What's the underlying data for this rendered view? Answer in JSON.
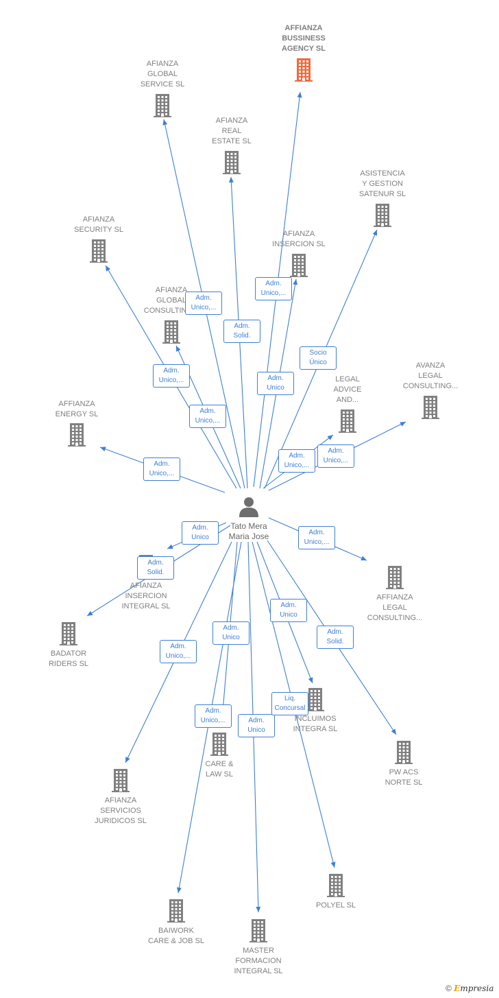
{
  "person": {
    "name": "Tato Mera\nMaria Jose",
    "icon": "person-icon"
  },
  "colors": {
    "link": "#3d7fd6",
    "building": "#808080",
    "highlight": "#f26a3d",
    "label": "#7f7f7f"
  },
  "companies": [
    {
      "id": "affianza-bussiness-agency",
      "label": "AFFIANZA\nBUSSINESS\nAGENCY  SL",
      "highlight": true
    },
    {
      "id": "afianza-global-service",
      "label": "AFIANZA\nGLOBAL\nSERVICE  SL"
    },
    {
      "id": "afianza-real-estate",
      "label": "AFIANZA\nREAL\nESTATE  SL"
    },
    {
      "id": "asistencia-y-gestion-satenur",
      "label": "ASISTENCIA\nY GESTION\nSATENUR  SL"
    },
    {
      "id": "afianza-security",
      "label": "AFIANZA\nSECURITY  SL"
    },
    {
      "id": "afianza-insercion",
      "label": "AFIANZA\nINSERCION SL"
    },
    {
      "id": "afianza-global-consulting",
      "label": "AFIANZA\nGLOBAL\nCONSULTING..."
    },
    {
      "id": "legal-advice-and",
      "label": "LEGAL\nADVICE\nAND..."
    },
    {
      "id": "avanza-legal-consulting",
      "label": "AVANZA\nLEGAL\nCONSULTING..."
    },
    {
      "id": "affianza-energy",
      "label": "AFFIANZA\nENERGY  SL"
    },
    {
      "id": "afianza-insercion-integral",
      "label": "AFIANZA\nINSERCION\nINTEGRAL  SL"
    },
    {
      "id": "affianza-legal-consulting",
      "label": "AFFIANZA\nLEGAL\nCONSULTING..."
    },
    {
      "id": "badator-riders",
      "label": "BADATOR\nRIDERS  SL"
    },
    {
      "id": "incluimos-integra",
      "label": "INCLUIMOS\nINTEGRA  SL"
    },
    {
      "id": "care-and-law",
      "label": "CARE &\nLAW  SL"
    },
    {
      "id": "pw-acs-norte",
      "label": "PW ACS\nNORTE  SL"
    },
    {
      "id": "afianza-servicios-juridicos",
      "label": "AFIANZA\nSERVICIOS\nJURIDICOS  SL"
    },
    {
      "id": "polyel",
      "label": "POLYEL SL"
    },
    {
      "id": "baiwork-care-job",
      "label": "BAIWORK\nCARE & JOB SL"
    },
    {
      "id": "master-formacion-integral",
      "label": "MASTER\nFORMACION\nINTEGRAL SL"
    }
  ],
  "relations": [
    {
      "to": "affianza-bussiness-agency",
      "label": "Adm.\nUnico,..."
    },
    {
      "to": "afianza-global-service",
      "label": "Adm.\nUnico,..."
    },
    {
      "to": "afianza-real-estate",
      "label": "Adm.\nSolid."
    },
    {
      "to": "asistencia-y-gestion-satenur",
      "label": "Socio\nÚnico"
    },
    {
      "to": "afianza-security",
      "label": "Adm.\nUnico,..."
    },
    {
      "to": "afianza-insercion",
      "label": "Adm.\nUnico"
    },
    {
      "to": "afianza-global-consulting",
      "label": "Adm.\nUnico,..."
    },
    {
      "to": "legal-advice-and",
      "label": "Adm.\nUnico,..."
    },
    {
      "to": "avanza-legal-consulting",
      "label": "Adm.\nUnico,..."
    },
    {
      "to": "affianza-energy",
      "label": "Adm.\nUnico,..."
    },
    {
      "to": "afianza-insercion-integral",
      "label": "Adm.\nUnico"
    },
    {
      "to": "badator-riders",
      "label": "Adm.\nSolid."
    },
    {
      "to": "affianza-legal-consulting",
      "label": "Adm.\nUnico,..."
    },
    {
      "to": "incluimos-integra",
      "label": "Adm.\nUnico"
    },
    {
      "to": "pw-acs-norte",
      "label": "Adm.\nSolid."
    },
    {
      "to": "afianza-servicios-juridicos",
      "label": "Adm.\nUnico,..."
    },
    {
      "to": "care-and-law",
      "label": "Adm.\nUnico"
    },
    {
      "to": "baiwork-care-job",
      "label": "Adm.\nUnico,..."
    },
    {
      "to": "master-formacion-integral",
      "label": "Adm.\nUnico"
    },
    {
      "to": "polyel",
      "label": "Liq.\nConcursal"
    }
  ],
  "watermark": {
    "symbol": "©",
    "brand_e": "E",
    "brand_rest": "mpresia"
  }
}
